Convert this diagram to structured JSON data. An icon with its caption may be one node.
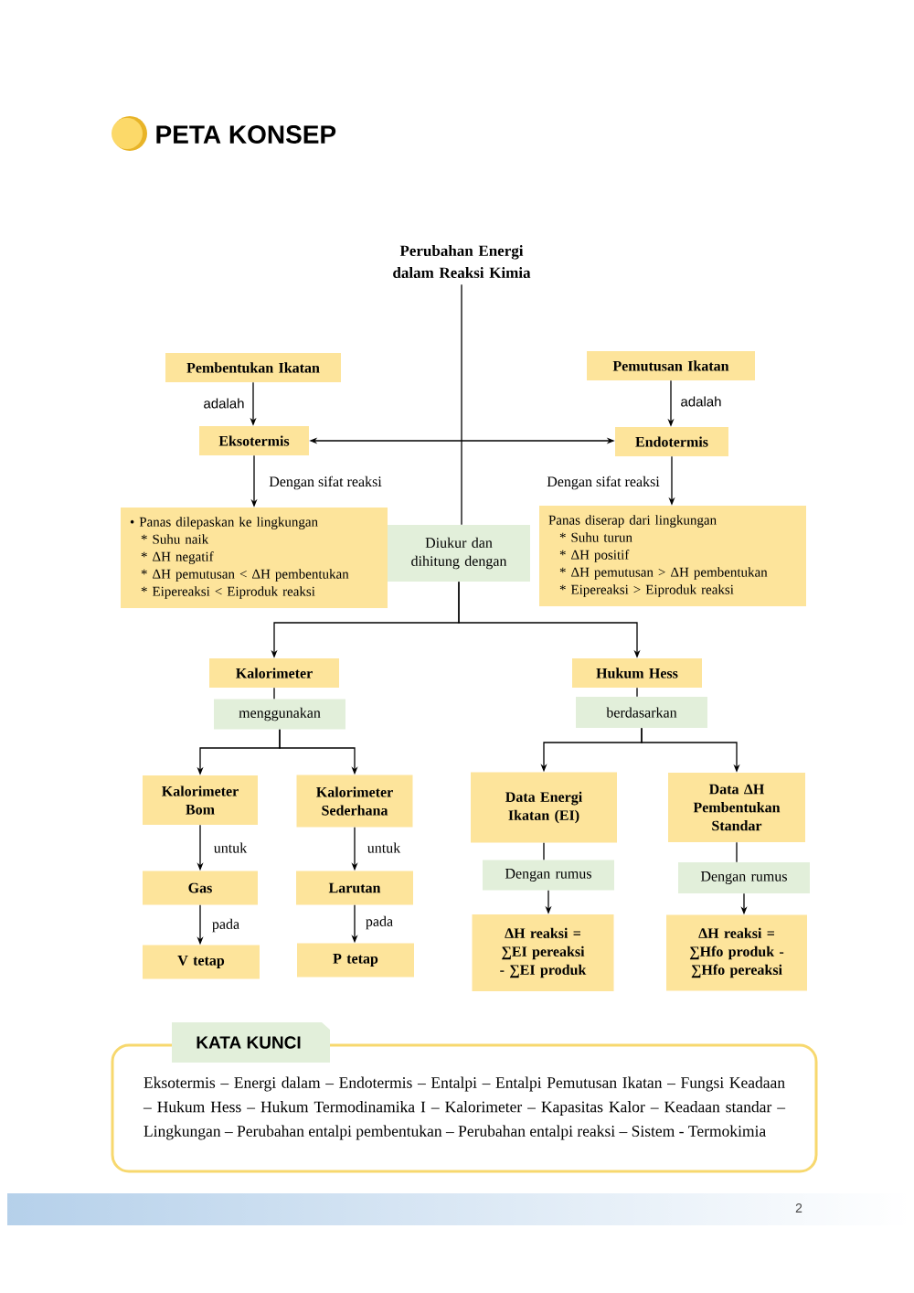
{
  "diagram": {
    "title": "PETA KONSEP",
    "nodes": [
      {
        "text": [
          "Perubahan Energi dalam Reaksi Kimia"
        ]
      },
      {
        "text": [
          "Pembentukan Ikatan"
        ]
      },
      {
        "text": [
          "Pemutusan Ikatan"
        ]
      },
      {
        "text": [
          "Eksotermis"
        ]
      },
      {
        "text": [
          "Endotermis"
        ]
      },
      {
        "text": [
          "• Panas dilepaskan ke lingkungan",
          "* Suhu naik",
          "* ΔH negatif",
          "* ΔH pemutusan < ΔH pembentukan",
          "* Eipereaksi < Eiproduk reaksi"
        ]
      },
      {
        "text": [
          "Panas diserap dari lingkungan",
          "* Suhu turun",
          "* ΔH positif",
          "* ΔH pemutusan > ΔH pembentukan",
          "* Eipereaksi > Eiproduk reaksi"
        ]
      },
      {
        "text": [
          "Diukur dan dihitung dengan"
        ]
      },
      {
        "text": [
          "Kalorimeter"
        ]
      },
      {
        "text": [
          "menggunakan"
        ]
      },
      {
        "text": [
          "Hukum Hess"
        ]
      },
      {
        "text": [
          "berdasarkan"
        ]
      },
      {
        "text": [
          "Kalorimeter Bom"
        ]
      },
      {
        "text": [
          "Kalorimeter Sederhana"
        ]
      },
      {
        "text": [
          "Data Energi Ikatan (EI)"
        ]
      },
      {
        "text": [
          "Data ΔH Pembentukan Standar"
        ]
      },
      {
        "text": [
          "Gas"
        ]
      },
      {
        "text": [
          "Larutan"
        ]
      },
      {
        "text": [
          "Dengan rumus"
        ]
      },
      {
        "text": [
          "Dengan rumus"
        ]
      },
      {
        "text": [
          "V tetap"
        ]
      },
      {
        "text": [
          "P tetap"
        ]
      },
      {
        "text": [
          "ΔH reaksi = ∑EI pereaksi - ∑EI produk"
        ]
      },
      {
        "text": [
          "ΔH reaksi = ∑Hfo produk - ∑Hfo pereaksi"
        ]
      },
      {
        "text": [
          "KATA KUNCI",
          "Eksotermis – Energi dalam – Endotermis – Entalpi – Entalpi Pemutusan Ikatan – Fungsi Keadaan – Hukum Hess – Hukum Termodinamika I – Kalorimeter – Kapasitas Kalor – Keadaan standar – Lingkungan – Perubahan entalpi pembentukan – Perubahan entalpi reaksi – Sistem - Termokimia"
        ]
      }
    ],
    "edges": [
      {
        "from": 0,
        "to": 7,
        "arrow": "none"
      },
      {
        "from": 1,
        "to": 3,
        "arrow": "to",
        "label": "adalah"
      },
      {
        "from": 2,
        "to": 4,
        "arrow": "to",
        "label": "adalah"
      },
      {
        "from": 3,
        "to": 4,
        "arrow": "both"
      },
      {
        "from": 3,
        "to": 5,
        "arrow": "to",
        "label": "Dengan sifat reaksi"
      },
      {
        "from": 4,
        "to": 6,
        "arrow": "to",
        "label": "Dengan sifat reaksi"
      },
      {
        "from": 7,
        "to": 8,
        "arrow": "to"
      },
      {
        "from": 7,
        "to": 10,
        "arrow": "to"
      },
      {
        "from": 8,
        "to": 9,
        "arrow": "none"
      },
      {
        "from": 9,
        "to": 12,
        "arrow": "to"
      },
      {
        "from": 9,
        "to": 13,
        "arrow": "to"
      },
      {
        "from": 10,
        "to": 11,
        "arrow": "none"
      },
      {
        "from": 11,
        "to": 14,
        "arrow": "to"
      },
      {
        "from": 11,
        "to": 15,
        "arrow": "to"
      },
      {
        "from": 12,
        "to": 16,
        "arrow": "to",
        "label": "untuk"
      },
      {
        "from": 13,
        "to": 17,
        "arrow": "to",
        "label": "untuk"
      },
      {
        "from": 16,
        "to": 20,
        "arrow": "to",
        "label": "pada"
      },
      {
        "from": 17,
        "to": 21,
        "arrow": "to",
        "label": "pada"
      },
      {
        "from": 14,
        "to": 18,
        "arrow": "none"
      },
      {
        "from": 18,
        "to": 22,
        "arrow": "to"
      },
      {
        "from": 15,
        "to": 19,
        "arrow": "none"
      },
      {
        "from": 19,
        "to": 23,
        "arrow": "to"
      }
    ],
    "labels": [
      "2"
    ]
  }
}
